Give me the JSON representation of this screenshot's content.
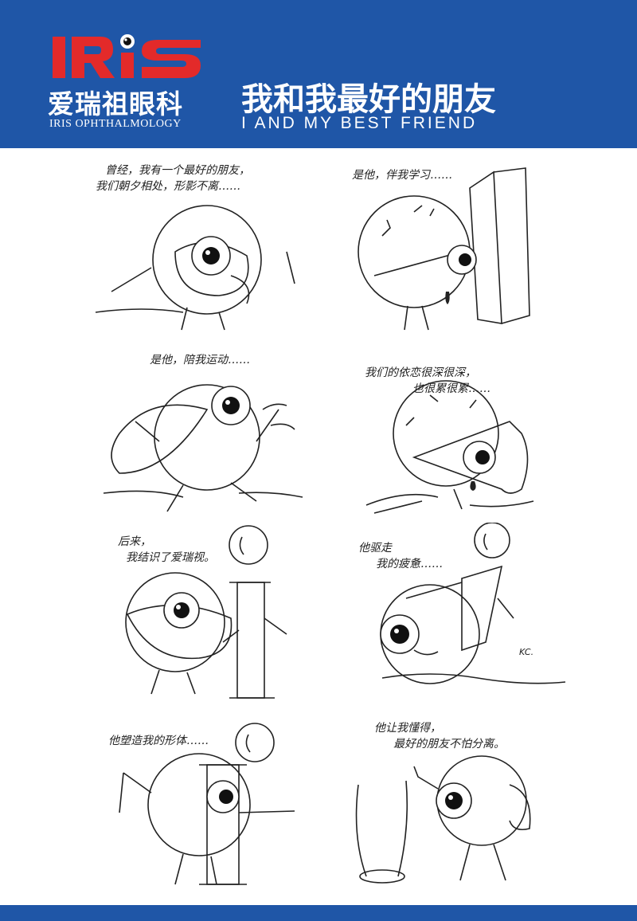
{
  "colors": {
    "header_bg": "#1f56a7",
    "logo_red": "#e32a2a",
    "text_white": "#ffffff"
  },
  "logo": {
    "letters": "IRiS",
    "name_cn": "爱瑞祖眼科",
    "name_en": "IRIS OPHTHALMOLOGY"
  },
  "title": {
    "cn": "我和我最好的朋友",
    "en": "I AND MY BEST FRIEND"
  },
  "panels": [
    {
      "lines": [
        "曾经，我有一个最好的朋友，",
        "我们朝夕相处，形影不离……"
      ],
      "icon": "eyeball-with-glasses"
    },
    {
      "lines": [
        "是他，伴我学习……"
      ],
      "icon": "eyeball-reading-book"
    },
    {
      "lines": [
        "是他，陪我运动……"
      ],
      "icon": "eyeball-running"
    },
    {
      "lines": [
        "我们的依恋很深很深，",
        "也很累很累……"
      ],
      "icon": "eyeball-tired-crawling"
    },
    {
      "lines": [
        "后来，",
        "我结识了爱瑞视。"
      ],
      "icon": "eyeball-meets-letter-i"
    },
    {
      "lines": [
        "他驱走",
        "我的疲惫……"
      ],
      "icon": "letter-i-massaging-eyeball"
    },
    {
      "lines": [
        "他塑造我的形体……"
      ],
      "icon": "letter-i-shaping-eyeball"
    },
    {
      "lines": [
        "他让我懂得，",
        "最好的朋友不怕分离。"
      ],
      "icon": "eyeball-waving-goodbye"
    }
  ],
  "signature": "KC."
}
